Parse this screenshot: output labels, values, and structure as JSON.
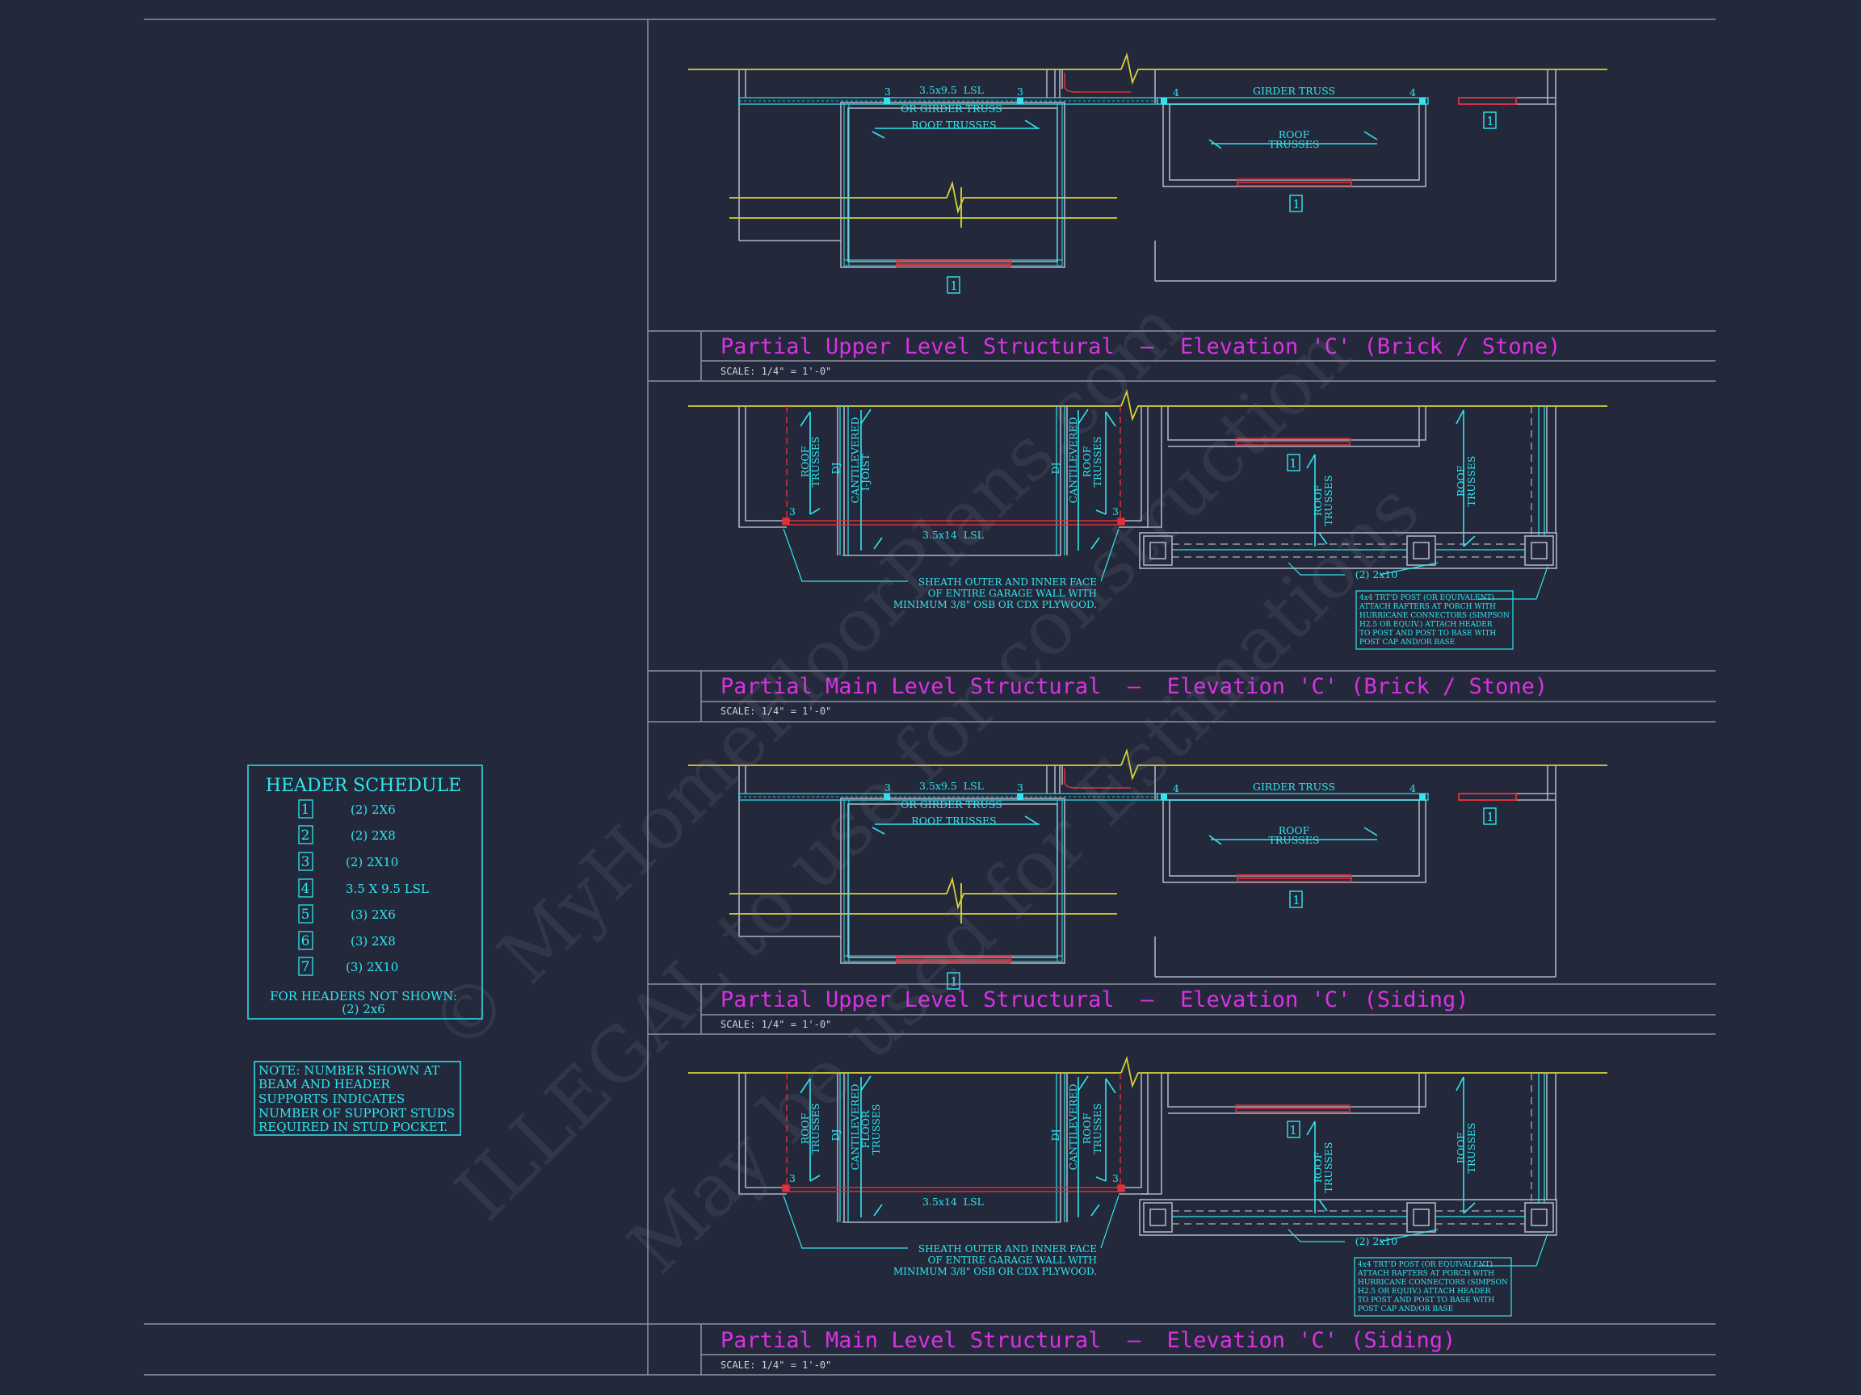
{
  "colors": {
    "background": "#23283a",
    "line_gray": "#aeb3c4",
    "cyan": "#2fe6f0",
    "yellow": "#d6d335",
    "red": "#e0303a",
    "magenta": "#d932e3",
    "watermark": "#8a90a3"
  },
  "header_schedule": {
    "title": "HEADER SCHEDULE",
    "rows": [
      {
        "num": "1",
        "spec": "(2) 2X6"
      },
      {
        "num": "2",
        "spec": "(2) 2X8"
      },
      {
        "num": "3",
        "spec": "(2) 2X10"
      },
      {
        "num": "4",
        "spec": "3.5 X 9.5 LSL"
      },
      {
        "num": "5",
        "spec": "(3) 2X6"
      },
      {
        "num": "6",
        "spec": "(3) 2X8"
      },
      {
        "num": "7",
        "spec": "(3) 2X10"
      }
    ],
    "footer_line1": "FOR HEADERS NOT SHOWN:",
    "footer_line2": "(2) 2x6"
  },
  "support_note": [
    "NOTE: NUMBER SHOWN AT",
    "BEAM AND HEADER",
    "SUPPORTS INDICATES",
    "NUMBER OF SUPPORT STUDS",
    "REQUIRED IN STUD POCKET."
  ],
  "views": [
    {
      "title": "Partial Upper Level Structural  –  Elevation 'C' (Brick / Stone)",
      "scale": "SCALE: 1/4\" = 1'-0\""
    },
    {
      "title": "Partial Main Level Structural  –  Elevation 'C' (Brick / Stone)",
      "scale": "SCALE: 1/4\" = 1'-0\""
    },
    {
      "title": "Partial Upper Level Structural  –  Elevation 'C' (Siding)",
      "scale": "SCALE: 1/4\" = 1'-0\""
    },
    {
      "title": "Partial Main Level Structural  –  Elevation 'C' (Siding)",
      "scale": "SCALE: 1/4\" = 1'-0\""
    }
  ],
  "upper_plan": {
    "lsl_label": "3.5x9.5  LSL",
    "or_girder_label": "OR GIRDER TRUSS",
    "roof_trusses_label": "ROOF TRUSSES",
    "girder_truss_label": "GIRDER TRUSS",
    "roof_label": "ROOF",
    "trusses_label": "TRUSSES",
    "stud_3": "3",
    "stud_4": "4",
    "header_tag": "1"
  },
  "main_plan": {
    "roof": "ROOF",
    "trusses": "TRUSSES",
    "dj": "DJ",
    "cantilevered": "CANTILEVERED",
    "i_joist": "I-JOIST",
    "floor": "FLOOR",
    "lsl_label": "3.5x14  LSL",
    "stud_3": "3",
    "header_tag": "1",
    "beam_label": "(2) 2x10",
    "sheath_note": [
      "SHEATH OUTER AND INNER FACE",
      "OF ENTIRE GARAGE WALL WITH",
      "MINIMUM 3/8\" OSB OR CDX PLYWOOD."
    ],
    "post_note": [
      "4x4 TRT'D POST (OR EQUIVALENT)",
      "ATTACH RAFTERS AT PORCH WITH",
      "HURRICANE CONNECTORS (SIMPSON",
      "H2.5 OR EQUIV.) ATTACH HEADER",
      "TO POST AND POST TO BASE WITH",
      "POST CAP AND/OR BASE"
    ]
  },
  "watermark": [
    "© MyHomeFloorPlans.com",
    "ILLEGAL to use for construction",
    "May be used for Estimations"
  ]
}
